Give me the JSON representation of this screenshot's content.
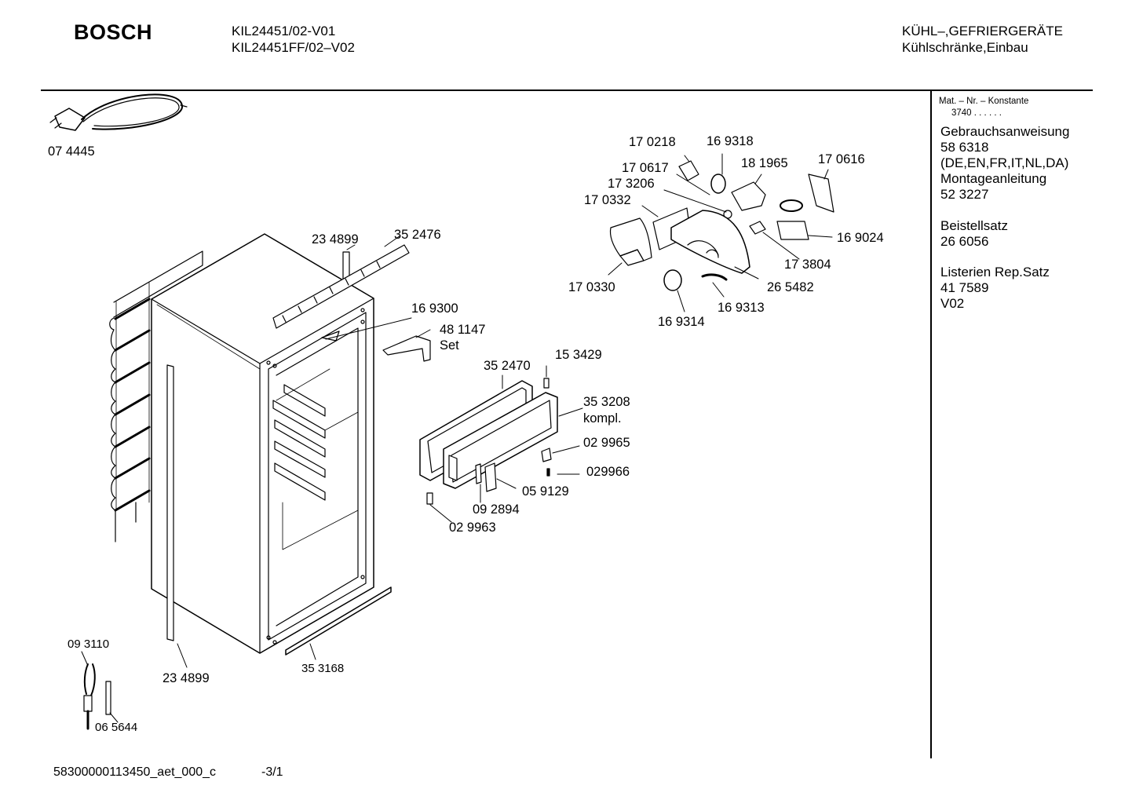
{
  "header": {
    "brand": "BOSCH",
    "models": [
      "KIL24451/02-V01",
      "KIL24451FF/02–V02"
    ],
    "category": [
      "KÜHL–,GEFRIERGERÄTE",
      "Kühlschränke,Einbau"
    ]
  },
  "sidebar": {
    "mat_title": "Mat. – Nr. – Konstante",
    "mat_value": "3740 . . . . . .",
    "lines": [
      "Gebrauchsanweisung",
      "58 6318",
      "(DE,EN,FR,IT,NL,DA)",
      "Montageanleitung",
      "52 3227",
      "Beistellsatz",
      "26 6056",
      "Listerien Rep.Satz",
      "41 7589",
      "V02"
    ]
  },
  "parts": {
    "p074445": "07 4445",
    "p234899a": "23 4899",
    "p352476": "35 2476",
    "p169300": "16 9300",
    "p481147": "48 1147",
    "set": "Set",
    "p352470": "35 2470",
    "p153429": "15 3429",
    "p353208": "35 3208",
    "kompl": "kompl.",
    "p029965": "02 9965",
    "p029966": "029966",
    "p059129": "05 9129",
    "p092894": "09 2894",
    "p029963": "02 9963",
    "p093110": "09 3110",
    "p065644": "06 5644",
    "p234899b": "23 4899",
    "p353168": "35 3168",
    "p170218": "17 0218",
    "p169318": "16 9318",
    "p181965": "18 1965",
    "p170616": "17 0616",
    "p170617": "17 0617",
    "p173206": "17 3206",
    "p170332": "17 0332",
    "p169024": "16 9024",
    "p173804": "17 3804",
    "p170330": "17 0330",
    "p265482": "26 5482",
    "p169313": "16 9313",
    "p169314": "16 9314"
  },
  "footer": {
    "doc_id": "58300000113450_aet_000_c",
    "page": "-3/1"
  }
}
